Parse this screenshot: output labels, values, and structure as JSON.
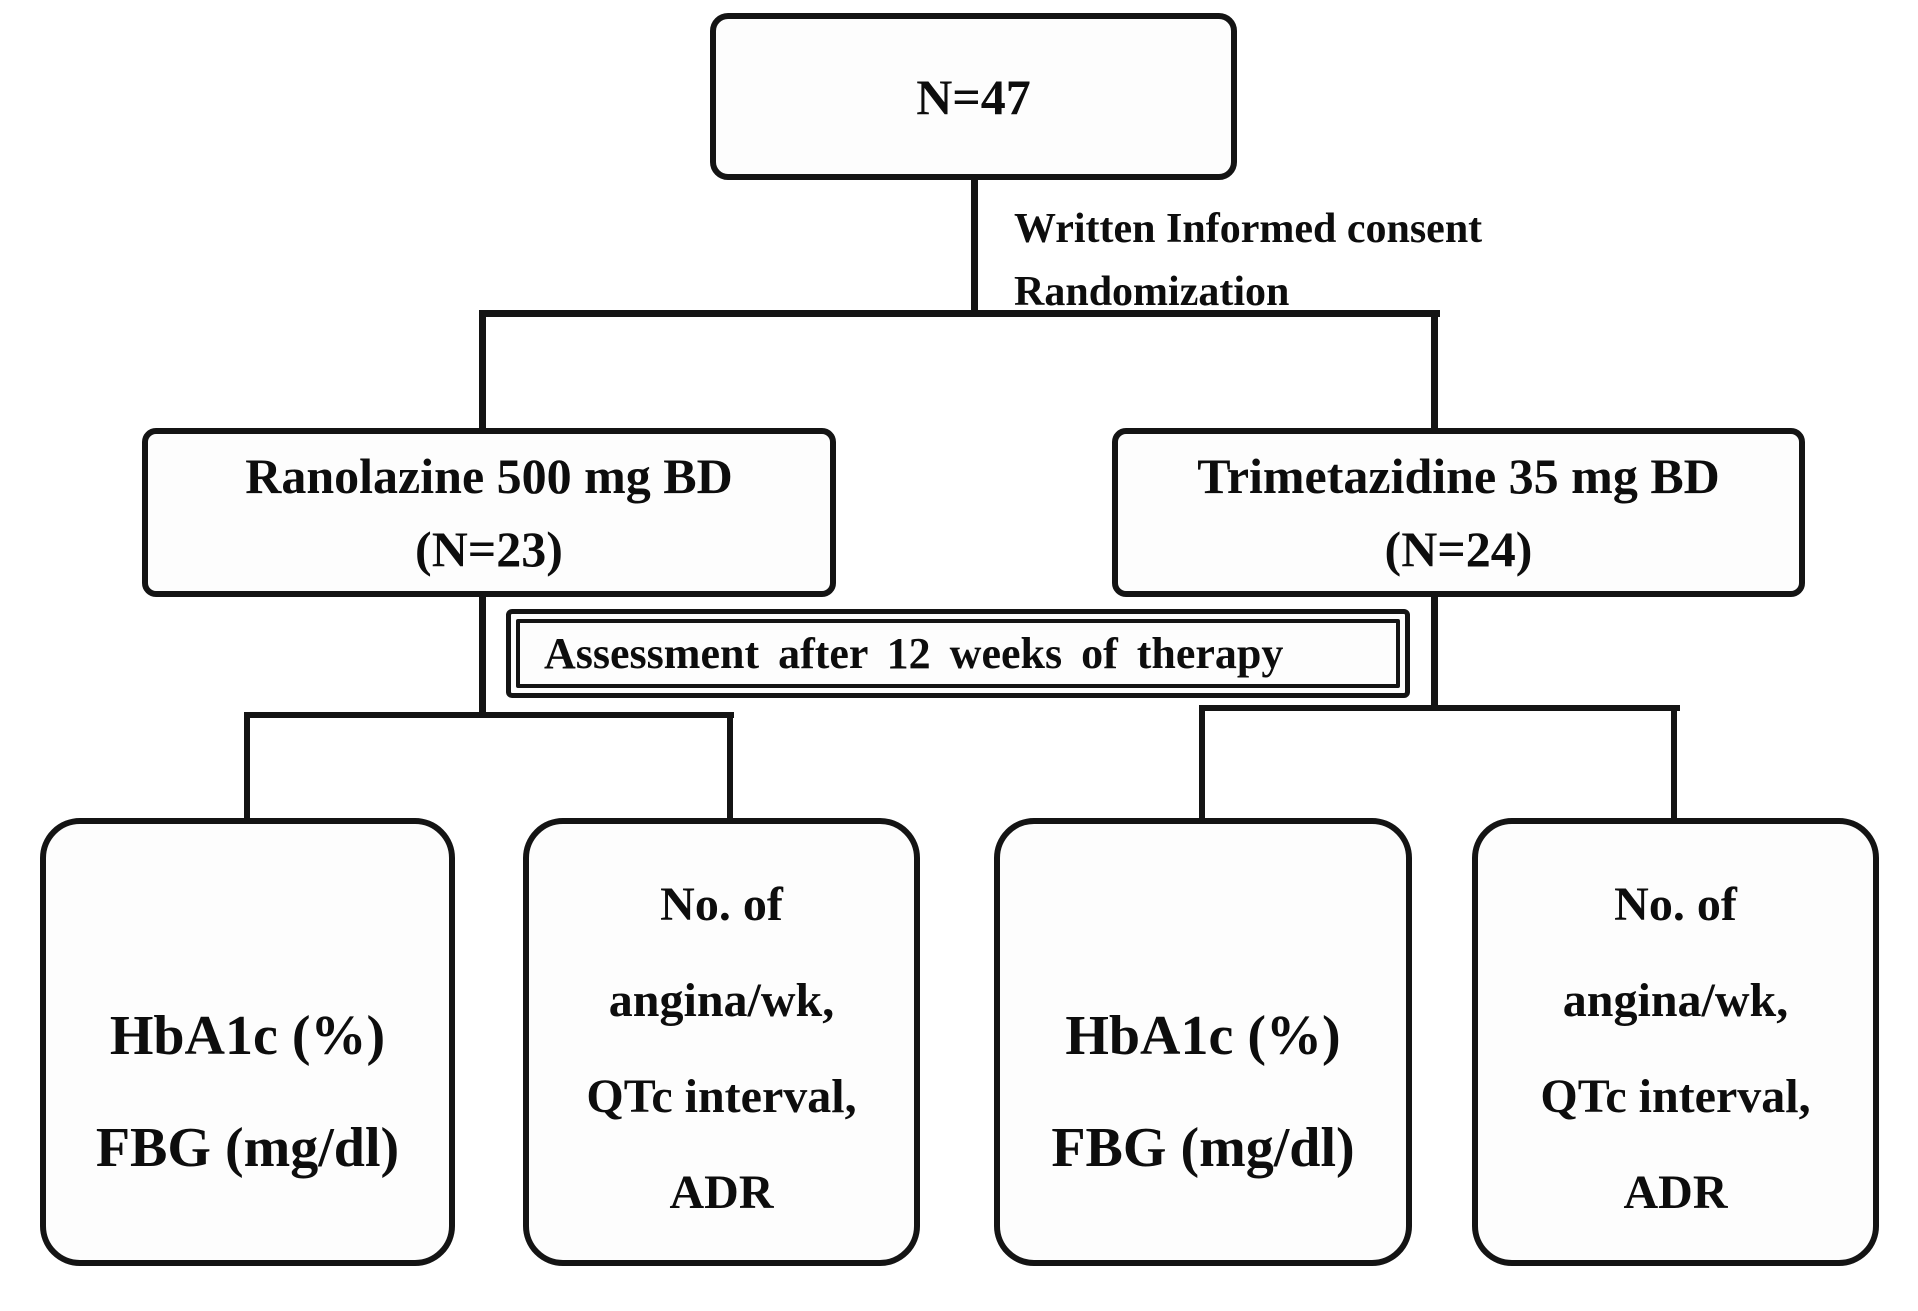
{
  "flowchart": {
    "enrollment": {
      "label": "N=47"
    },
    "consent_note": {
      "lines": [
        "Written Informed consent",
        "Randomization"
      ]
    },
    "arms": [
      {
        "title": "Ranolazine 500 mg BD",
        "n": "(N=23)"
      },
      {
        "title": "Trimetazidine 35 mg BD",
        "n": "(N=24)"
      }
    ],
    "assessment": {
      "label": "Assessment after 12 weeks of therapy"
    },
    "outcomes": [
      {
        "lines": [
          "HbA1c (%)",
          "FBG (mg/dl)"
        ]
      },
      {
        "lines": [
          "No. of",
          "angina/wk,",
          "QTc interval,",
          "ADR"
        ]
      },
      {
        "lines": [
          "HbA1c (%)",
          "FBG (mg/dl)"
        ]
      },
      {
        "lines": [
          "No. of",
          "angina/wk,",
          "QTc interval,",
          "ADR"
        ]
      }
    ],
    "colors": {
      "line": "#141414",
      "box_fill": "#fdfdfd",
      "text": "#0d0d0d"
    }
  }
}
